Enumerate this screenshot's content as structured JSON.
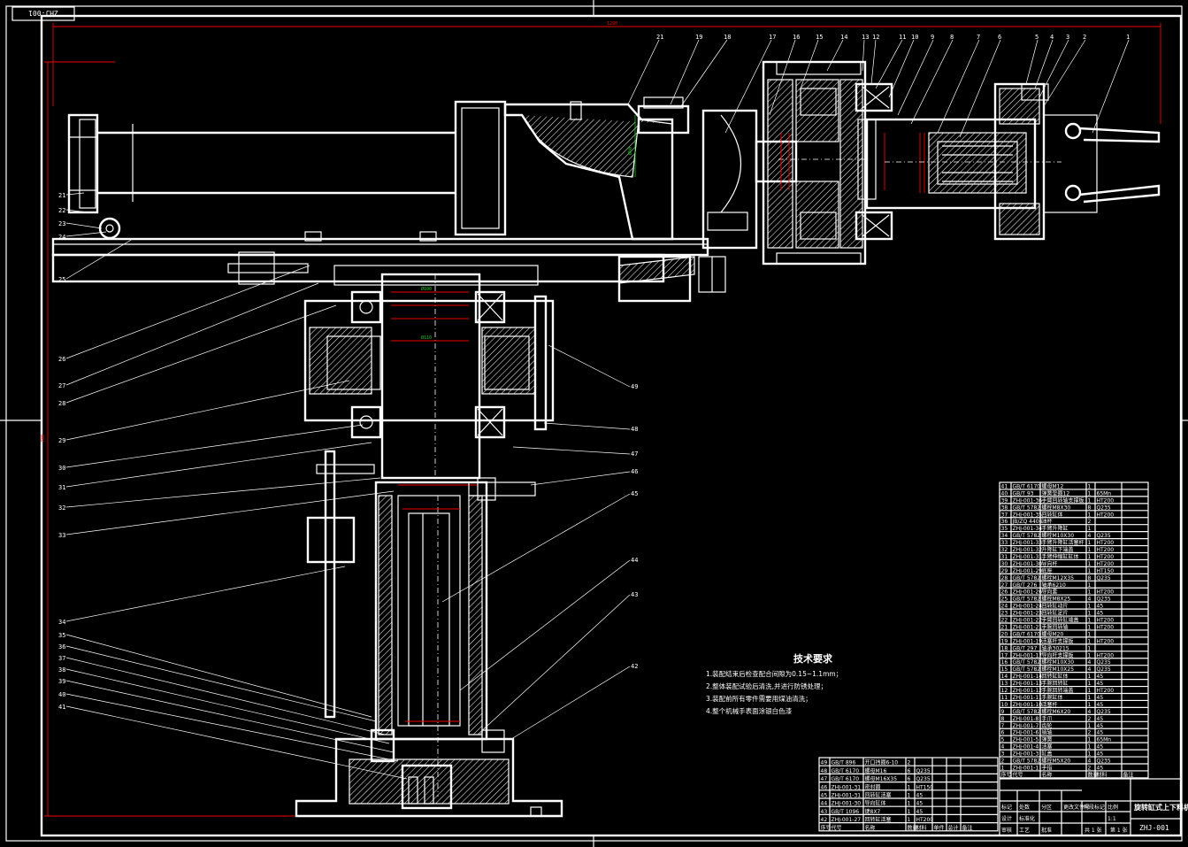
{
  "drawing": {
    "drawing_number": "ZHJ-001",
    "drawing_number_rotated": "ZHJ-001",
    "title": "旋转缸式上下料机械手",
    "overall_width_dim": "1290",
    "overall_height_dim": "780"
  },
  "tech_requirements": {
    "title": "技术要求",
    "items": [
      "1.装配结束后检查配合间隙为0.15~1.1mm；",
      "2.整体装配试验后清洗,并进行防锈处理；",
      "3.装配前所有零件需要用煤油清洗；",
      "4.整个机械手表面涂银白色漆"
    ]
  },
  "top_balloons": [
    "21",
    "19",
    "18",
    "17",
    "16",
    "15",
    "14",
    "13",
    "12",
    "11",
    "10",
    "9",
    "8",
    "7",
    "6",
    "5",
    "4",
    "3",
    "2",
    "1"
  ],
  "left_balloons": [
    "21",
    "22",
    "23",
    "24",
    "25",
    "26",
    "27",
    "28",
    "29",
    "30",
    "31",
    "32",
    "33",
    "34",
    "35",
    "36",
    "37",
    "38",
    "39",
    "40",
    "41"
  ],
  "right_balloons": [
    "49",
    "48",
    "47",
    "46",
    "45",
    "44",
    "43",
    "42"
  ],
  "parts_list_upper": [
    [
      "41",
      "GB/T 6170",
      "螺母M12",
      "1",
      "",
      ""
    ],
    [
      "40",
      "GB/T 93",
      "弹簧垫圈12",
      "1",
      "65Mn",
      ""
    ],
    [
      "39",
      "ZHJ-001-36",
      "手臂回转轴支撑板",
      "1",
      "HT200",
      ""
    ],
    [
      "38",
      "GB/T 5782",
      "螺栓M8X30",
      "8",
      "Q235",
      ""
    ],
    [
      "37",
      "ZHJ-001-35",
      "回转缸体",
      "1",
      "HT200",
      ""
    ],
    [
      "36",
      "JB/ZQ 4406",
      "油杯",
      "2",
      "",
      ""
    ],
    [
      "35",
      "ZHJ-001-34",
      "手臂升降缸",
      "1",
      "",
      ""
    ],
    [
      "34",
      "GB/T 5782",
      "螺栓M10X30",
      "4",
      "Q235",
      ""
    ],
    [
      "33",
      "ZHJ-001-33",
      "手臂升降缸活塞杆",
      "1",
      "HT200",
      ""
    ],
    [
      "32",
      "ZHJ-001-32",
      "升降缸下端盖",
      "1",
      "HT200",
      ""
    ],
    [
      "31",
      "ZHJ-001-31",
      "手臂伸缩缸缸体",
      "1",
      "HT200",
      ""
    ],
    [
      "30",
      "ZHJ-001-30",
      "导向杆",
      "1",
      "HT200",
      ""
    ],
    [
      "29",
      "ZHJ-001-29",
      "底座",
      "1",
      "HT150",
      ""
    ],
    [
      "28",
      "GB/T 5782",
      "螺栓M12X35",
      "8",
      "Q235",
      ""
    ],
    [
      "27",
      "GB/T 276",
      "轴承6210",
      "1",
      "",
      ""
    ],
    [
      "26",
      "ZHJ-001-26",
      "导向套",
      "1",
      "HT200",
      ""
    ],
    [
      "25",
      "GB/T 5782",
      "螺栓M8X25",
      "4",
      "Q235",
      ""
    ],
    [
      "24",
      "ZHJ-001-24",
      "回转缸动片",
      "1",
      "45",
      ""
    ],
    [
      "23",
      "ZHJ-001-23",
      "回转缸定片",
      "1",
      "45",
      ""
    ],
    [
      "22",
      "ZHJ-001-22",
      "手臂回转缸端盖",
      "1",
      "HT200",
      ""
    ],
    [
      "21",
      "ZHJ-001-21",
      "手腕回转轴",
      "1",
      "HT200",
      ""
    ],
    [
      "20",
      "GB/T 6170",
      "螺母M20",
      "1",
      "",
      ""
    ],
    [
      "19",
      "ZHJ-001-19",
      "活塞杆支撑板",
      "1",
      "HT200",
      ""
    ],
    [
      "18",
      "GB/T 297",
      "轴承30215",
      "1",
      "",
      ""
    ],
    [
      "17",
      "ZHJ-001-17",
      "导向杆支撑板",
      "1",
      "HT200",
      ""
    ],
    [
      "16",
      "GB/T 5782",
      "螺栓M10X30",
      "4",
      "Q235",
      ""
    ],
    [
      "15",
      "GB/T 5782",
      "螺栓M10X25",
      "4",
      "Q235",
      ""
    ],
    [
      "14",
      "ZHJ-001-14",
      "回转缸缸体",
      "1",
      "45",
      ""
    ],
    [
      "13",
      "ZHJ-001-13",
      "手腕回转缸",
      "1",
      "45",
      ""
    ],
    [
      "12",
      "ZHJ-001-12",
      "手腕回转端盖",
      "1",
      "HT200",
      ""
    ],
    [
      "11",
      "ZHJ-001-11",
      "手腕缸体",
      "1",
      "45",
      ""
    ],
    [
      "10",
      "ZHJ-001-10",
      "活塞杆",
      "1",
      "45",
      ""
    ],
    [
      "9",
      "GB/T 5782",
      "螺栓M6X20",
      "4",
      "Q235",
      ""
    ],
    [
      "8",
      "ZHJ-001-8",
      "手爪",
      "2",
      "45",
      ""
    ],
    [
      "7",
      "ZHJ-001-7",
      "齿轮",
      "1",
      "45",
      ""
    ],
    [
      "6",
      "ZHJ-001-6",
      "销轴",
      "2",
      "45",
      ""
    ],
    [
      "5",
      "ZHJ-001-5",
      "弹簧",
      "1",
      "65Mn",
      ""
    ],
    [
      "4",
      "ZHJ-001-4",
      "活塞",
      "1",
      "45",
      ""
    ],
    [
      "3",
      "ZHJ-001-3",
      "缸盖",
      "1",
      "45",
      ""
    ],
    [
      "2",
      "GB/T 5782",
      "螺栓M5X20",
      "4",
      "Q235",
      ""
    ],
    [
      "1",
      "ZHJ-001-1",
      "手指",
      "2",
      "45",
      ""
    ]
  ],
  "parts_list_upper_header": [
    "序号",
    "代号",
    "名称",
    "数量",
    "材料",
    "备注"
  ],
  "parts_list_lower": [
    [
      "49",
      "GB/T 896",
      "开口挡圈6-10",
      "2",
      "",
      ""
    ],
    [
      "48",
      "GB/T 6170",
      "螺母M16",
      "6",
      "Q235",
      ""
    ],
    [
      "47",
      "GB/T 6170",
      "螺母M16X35",
      "6",
      "Q235",
      ""
    ],
    [
      "46",
      "ZHJ-001-31",
      "密封圈",
      "1",
      "HT150",
      ""
    ],
    [
      "45",
      "ZHJ-001-31",
      "回转缸活塞",
      "1",
      "45",
      ""
    ],
    [
      "44",
      "ZHJ-001-30",
      "导向缸体",
      "1",
      "45",
      ""
    ],
    [
      "43",
      "GB/T 1096",
      "键8X7",
      "1",
      "45",
      ""
    ],
    [
      "42",
      "ZHJ-001-27",
      "回转缸活塞",
      "1",
      "HT200",
      ""
    ]
  ],
  "parts_list_lower_header": [
    "序号",
    "代号",
    "名称",
    "数量",
    "材料",
    "单件",
    "总计",
    "备注"
  ],
  "title_block": {
    "labels": [
      "标记",
      "处数",
      "分区",
      "更改文件号",
      "签名",
      "年月日",
      "设计",
      "标准化",
      "审核",
      "工艺",
      "批准",
      "阶段标记",
      "重量",
      "比例",
      "共 张",
      "第 张"
    ],
    "scale": "1:1",
    "sheets_total": "共 1 张",
    "sheet": "第 1 张"
  }
}
